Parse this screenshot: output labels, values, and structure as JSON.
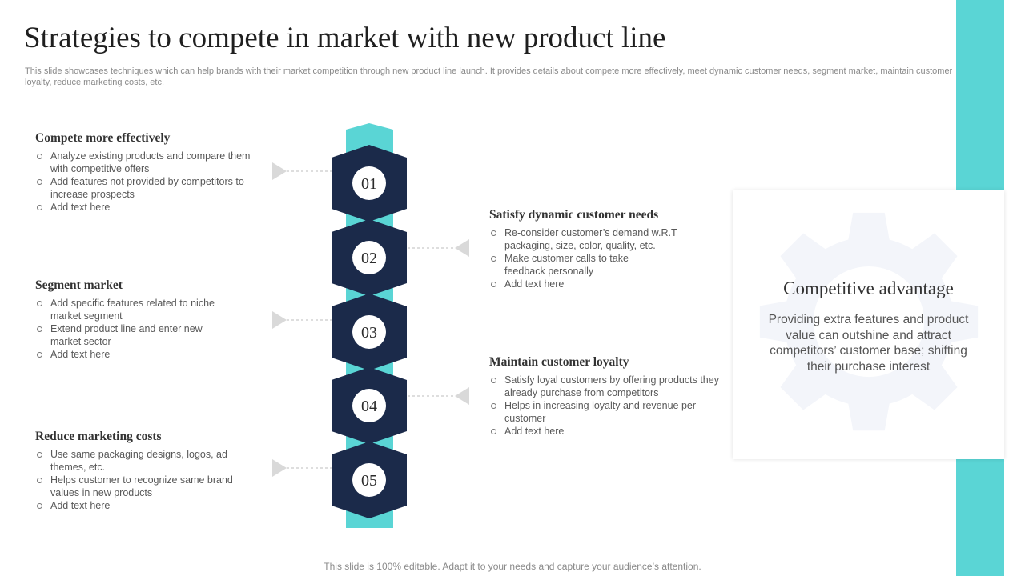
{
  "title": "Strategies to compete in market with new product line",
  "subtitle": "This slide showcases techniques which can help brands with their market competition through new product line launch. It provides details about compete more effectively, meet dynamic customer needs, segment market, maintain customer loyalty, reduce marketing costs, etc.",
  "steps": [
    {
      "number": "01",
      "side": "left",
      "title": "Compete more effectively",
      "bullets": [
        "Analyze existing products and compare them with competitive offers",
        "Add features not provided by competitors to increase prospects",
        "Add text here"
      ]
    },
    {
      "number": "02",
      "side": "right",
      "title": "Satisfy dynamic customer needs",
      "bullets": [
        "Re-consider customer’s demand w.R.T packaging, size, color, quality, etc.",
        "Make customer calls to take feedback personally",
        "Add text here"
      ]
    },
    {
      "number": "03",
      "side": "left",
      "title": "Segment market",
      "bullets": [
        "Add specific features related to niche market segment",
        "Extend product line and enter new market sector",
        "Add text here"
      ]
    },
    {
      "number": "04",
      "side": "right",
      "title": "Maintain customer loyalty",
      "bullets": [
        "Satisfy loyal customers by offering products they already purchase from competitors",
        "Helps in increasing loyalty and revenue per customer",
        "Add text here"
      ]
    },
    {
      "number": "05",
      "side": "left",
      "title": "Reduce marketing costs",
      "bullets": [
        "Use same packaging designs, logos, ad themes, etc.",
        "Helps customer to recognize same brand values in new products",
        "Add text here"
      ]
    }
  ],
  "card": {
    "title": "Competitive advantage",
    "text": "Providing extra features and product value can outshine and attract competitors’ customer base; shifting their purchase interest"
  },
  "footer": "This slide is 100% editable. Adapt it to your needs and capture your audience’s attention.",
  "colors": {
    "teal": "#5ad5d5",
    "navy": "#1b2a4a",
    "gear": "#f3f5fa",
    "arrow": "#d9d9d9"
  }
}
